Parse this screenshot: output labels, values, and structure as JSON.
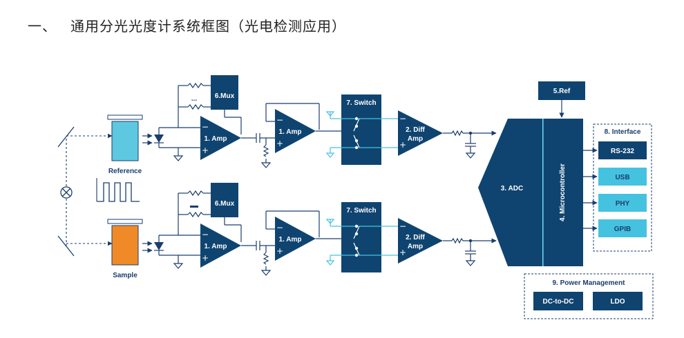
{
  "heading": {
    "num": "一、",
    "text": "通用分光光度计系统框图（光电检测应用）"
  },
  "labels": {
    "reference": "Reference",
    "sample": "Sample",
    "mux": "6.Mux",
    "amp_front": "1. Amp",
    "amp_second": "1. Amp",
    "switch": "7. Switch",
    "diff_amp_line1": "2. Diff",
    "diff_amp_line2": "Amp",
    "adc": "3. ADC",
    "ref": "5.Ref",
    "microcontroller": "4. Microcontroller",
    "interface_title": "8. Interface",
    "rs232": "RS-232",
    "usb": "USB",
    "phy": "PHY",
    "gpib": "GPIB",
    "power_title": "9. Power Management",
    "dc_dc": "DC-to-DC",
    "ldo": "LDO",
    "minus": "−",
    "plus": "+",
    "mux_dots": "..."
  },
  "colors": {
    "block": "#0f4470",
    "reference_cuvette": "#5dc8e0",
    "sample_cuvette": "#f08a28",
    "cyan_accent": "#45c2df",
    "wire": "#1a3d6d"
  }
}
